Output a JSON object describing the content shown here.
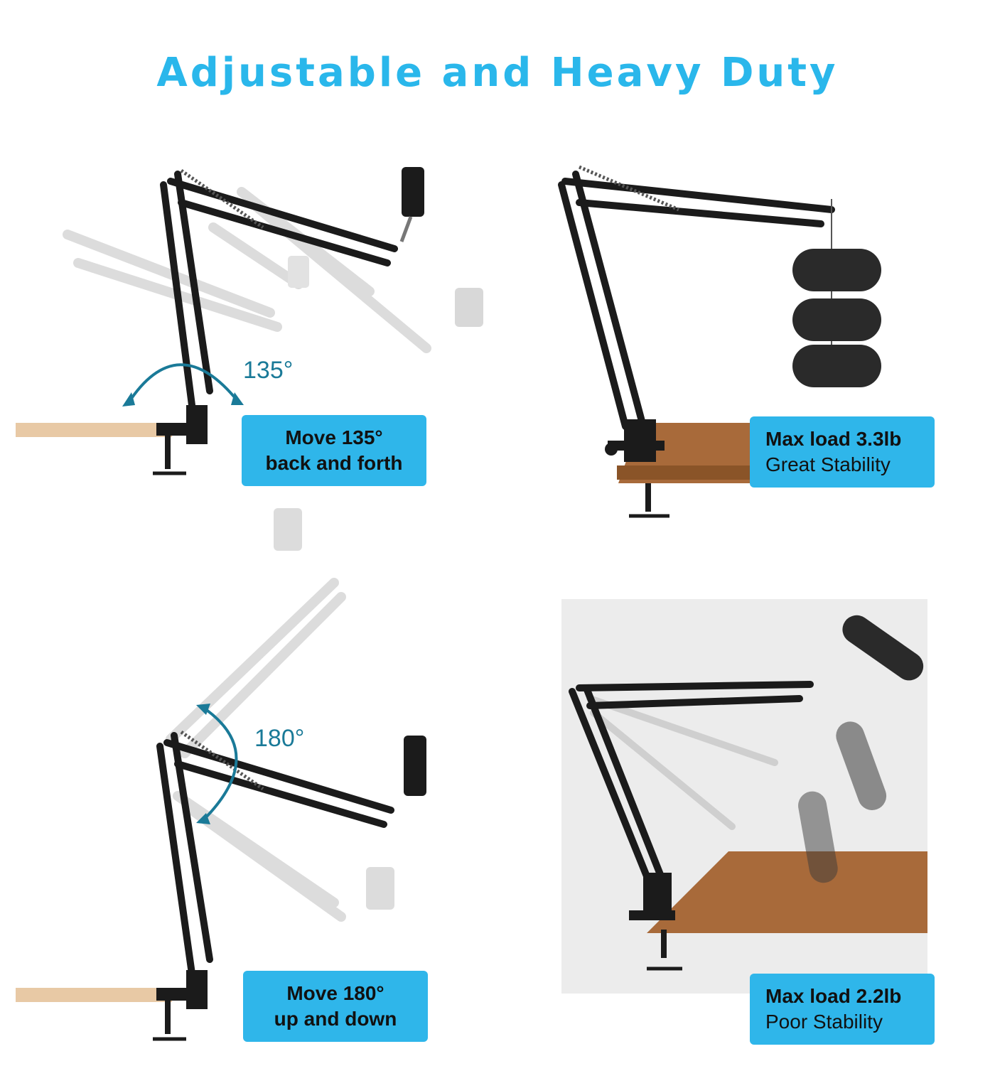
{
  "title": "Adjustable and Heavy Duty",
  "colors": {
    "accent": "#2ab7eb",
    "box": "#2fb6ea",
    "arrow": "#1a7a98",
    "arm": "#1b1b1b",
    "ghost": "#d8d8d8",
    "wood_light": "#e8c9a5",
    "wood_dark": "#a86a3a",
    "panel_bg": "#ececec"
  },
  "panels": [
    {
      "id": "rotate",
      "angle": "135°",
      "line1": "Move 135°",
      "line2": "back and forth"
    },
    {
      "id": "load-great",
      "line1": "Max load 3.3lb",
      "line2": "Great Stability"
    },
    {
      "id": "tilt",
      "angle": "180°",
      "line1": "Move 180°",
      "line2": "up and down"
    },
    {
      "id": "load-poor",
      "line1": "Max load 2.2lb",
      "line2": "Poor Stability"
    }
  ]
}
